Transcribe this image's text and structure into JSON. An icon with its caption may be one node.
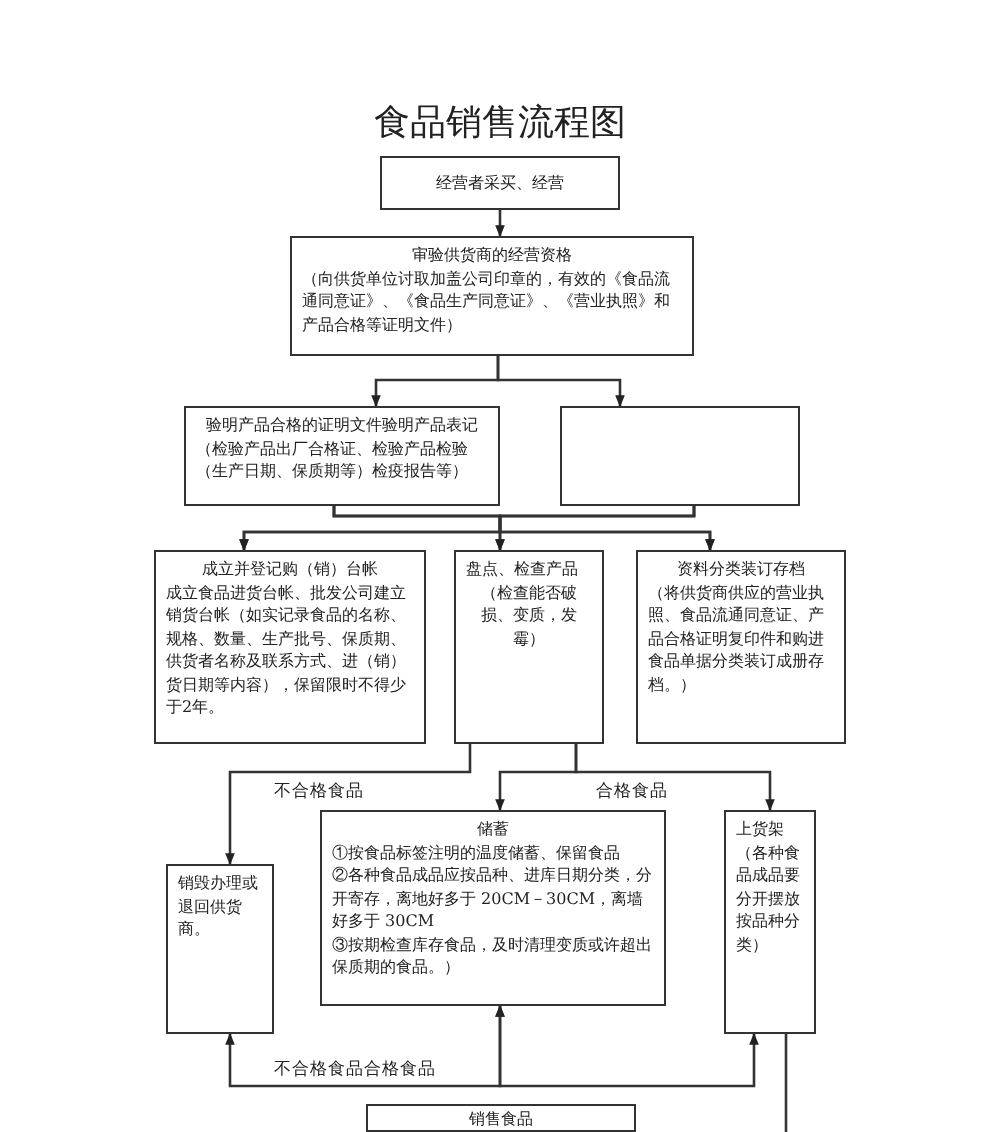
{
  "diagram": {
    "title": "食品销售流程图",
    "nodes": [
      {
        "text": [
          "经营者采买、经营"
        ]
      },
      {
        "text": [
          "审验供货商的经营资格",
          "（向供货单位讨取加盖公司印章的，有效的《食品流通同意证》、《食品生产同意证》、《营业执照》和产品合格等证明文件）"
        ]
      },
      {
        "text": [
          "验明产品合格的证明文件验明产品表记",
          "（检验产品出厂合格证、检验产品检验（生产日期、保质期等）检疫报告等）"
        ]
      },
      {
        "text": [],
        "shape": "box"
      },
      {
        "text": [
          "成立并登记购（销）台帐",
          "成立食品进货台帐、批发公司建立销货台帐（如实记录食品的名称、规格、数量、生产批号、保质期、供货者名称及联系方式、进（销）货日期等内容），保留限时不得少于2年。"
        ]
      },
      {
        "text": [
          "盘点、检查产品",
          "（检查能否破损、变质，发霉）"
        ]
      },
      {
        "text": [
          "资料分类装订存档",
          "（将供货商供应的营业执照、食品流通同意证、产品合格证明复印件和购进食品单据分类装订成册存档。）"
        ]
      },
      {
        "text": [
          "销毁办理或退回供货商。"
        ]
      },
      {
        "text": [
          "储蓄",
          "①按食品标签注明的温度储蓄、保留食品",
          "②各种食品成品应按品种、进库日期分类，分开寄存，离地好多于 20CM－30CM，离墙好多于 30CM",
          "③按期检查库存食品，及时清理变质或许超出保质期的食品。）"
        ]
      },
      {
        "text": [
          "上货架",
          "（各种食品成品要分开摆放按品种分类）"
        ]
      },
      {
        "text": [
          "销售食品"
        ]
      }
    ],
    "edges": [
      {
        "from": 0,
        "to": 1,
        "arrow": "to"
      },
      {
        "from": 1,
        "to": 2,
        "arrow": "to"
      },
      {
        "from": 1,
        "to": 3,
        "arrow": "to"
      },
      {
        "from": 2,
        "to": 4,
        "arrow": "to"
      },
      {
        "from": 2,
        "to": 5,
        "arrow": "to"
      },
      {
        "from": 2,
        "to": 6,
        "arrow": "to"
      },
      {
        "from": 3,
        "to": 4,
        "arrow": "to"
      },
      {
        "from": 3,
        "to": 5,
        "arrow": "to"
      },
      {
        "from": 3,
        "to": 6,
        "arrow": "to"
      },
      {
        "from": 5,
        "to": 7,
        "arrow": "to",
        "label": "不合格食品"
      },
      {
        "from": 5,
        "to": 8,
        "arrow": "to"
      },
      {
        "from": 5,
        "to": 9,
        "arrow": "to",
        "label": "合格食品"
      },
      {
        "from": 8,
        "to": 7,
        "arrow": "both"
      },
      {
        "from": 8,
        "to": 9,
        "arrow": "both"
      },
      {
        "from": 9,
        "to": null,
        "arrow": "none"
      }
    ],
    "labels": [
      "不合格食品合格食品"
    ]
  }
}
